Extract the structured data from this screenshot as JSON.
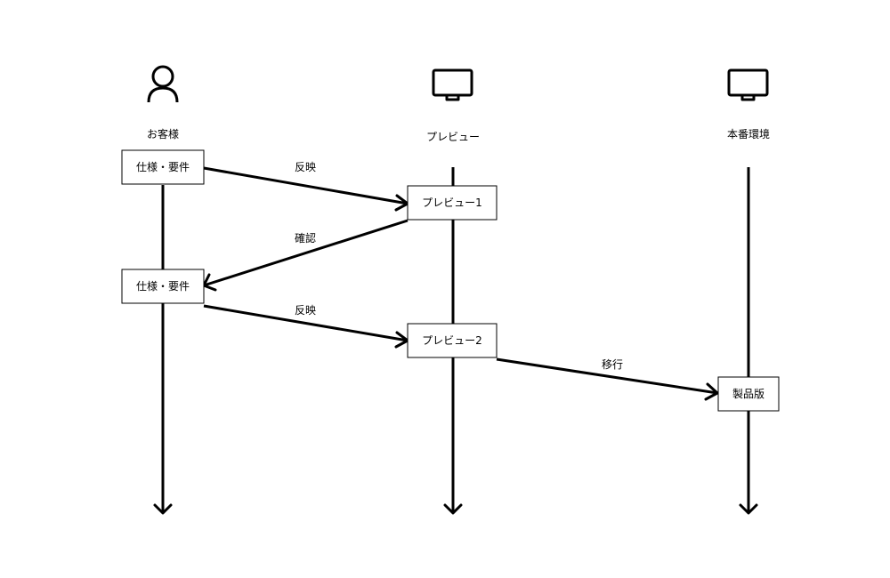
{
  "actors": {
    "customer": {
      "label": "お客様",
      "icon": "person-icon"
    },
    "preview": {
      "label": "プレビュー",
      "icon": "monitor-icon"
    },
    "production": {
      "label": "本番環境",
      "icon": "monitor-icon"
    }
  },
  "boxes": {
    "spec1": "仕様・要件",
    "spec2": "仕様・要件",
    "preview1": "プレビュー1",
    "preview2": "プレビュー2",
    "product": "製品版"
  },
  "messages": {
    "reflect1": "反映",
    "confirm": "確認",
    "reflect2": "反映",
    "migrate": "移行"
  },
  "colors": {
    "line": "#000000",
    "background": "#ffffff"
  }
}
